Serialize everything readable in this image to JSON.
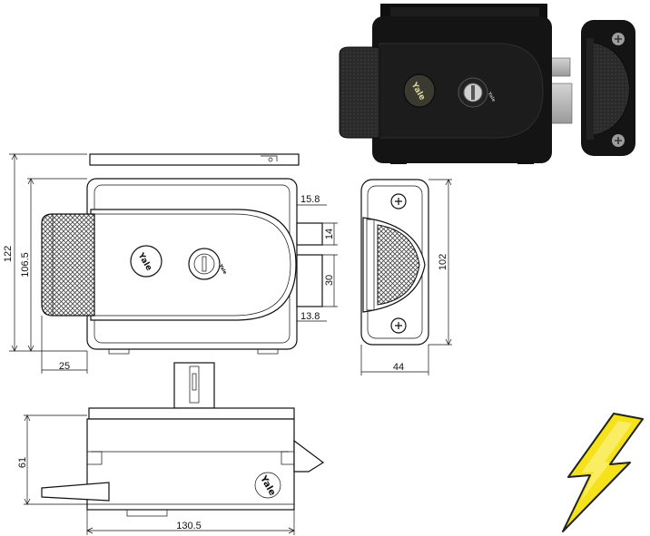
{
  "brand": "Yale",
  "colors": {
    "lock_body": "#151515",
    "bolt_gray": "#b5b5b5",
    "lightning_yellow": "#f5e21a",
    "line": "#111111"
  },
  "icons": [
    "lightning-bolt-icon",
    "screw-icon",
    "key-cylinder-icon",
    "yale-button-icon"
  ],
  "dimensions": {
    "height_overall": "122",
    "height_inner": "106.5",
    "bolt_offset_top": "15.8",
    "bolt_height": "14",
    "latch_height": "30",
    "latch_offset_bottom": "13.8",
    "side_height": "102",
    "side_depth": "44",
    "knob_width": "25",
    "bottom_depth": "61",
    "bottom_width": "130.5"
  }
}
